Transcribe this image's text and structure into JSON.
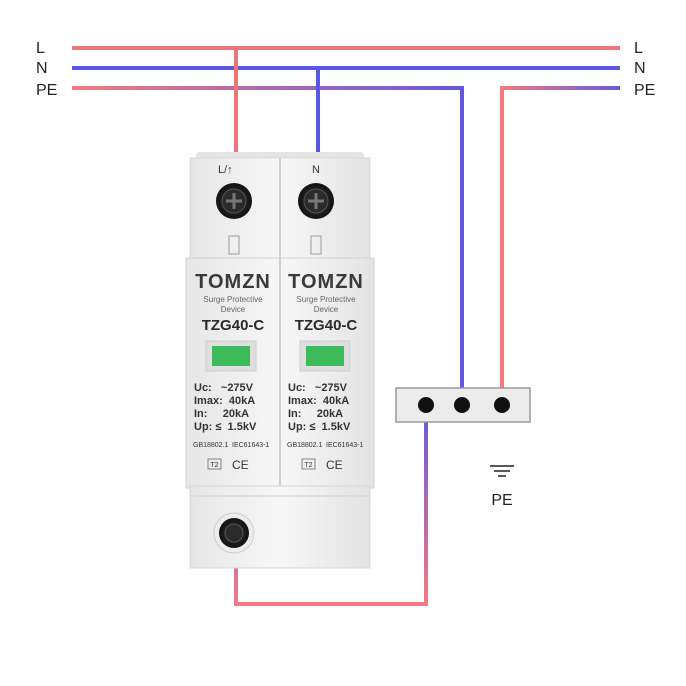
{
  "lines": {
    "left": {
      "l": "L",
      "n": "N",
      "pe": "PE"
    },
    "right": {
      "l": "L",
      "n": "N",
      "pe": "PE"
    }
  },
  "device": {
    "terminal_labels": [
      "L/↑",
      "N"
    ],
    "modules": [
      {
        "brand": "TOMZN",
        "subtitle_1": "Surge Protective",
        "subtitle_2": "Device",
        "model": "TZG40-C",
        "spec_uc": "Uc:   ~275V",
        "spec_imax": "Imax:  40kA",
        "spec_in": "In:     20kA",
        "spec_up": "Up: ≤  1.5kV",
        "std_1": "GB18802.1",
        "std_2": "IEC61643-1",
        "class_tag": "T2",
        "ce_mark": "CE"
      },
      {
        "brand": "TOMZN",
        "subtitle_1": "Surge Protective",
        "subtitle_2": "Device",
        "model": "TZG40-C",
        "spec_uc": "Uc:   ~275V",
        "spec_imax": "Imax:  40kA",
        "spec_in": "In:     20kA",
        "spec_up": "Up: ≤  1.5kV",
        "std_1": "GB18802.1",
        "std_2": "IEC61643-1",
        "class_tag": "T2",
        "ce_mark": "CE"
      }
    ]
  },
  "ground_label": "PE",
  "colors": {
    "line_l": "#ef7479",
    "line_n": "#5b57e6",
    "line_pe_start": "#f47a7f",
    "line_pe_end": "#6458e2",
    "device_body": "#f2f2f2",
    "window_green": "#3dbb5b"
  }
}
